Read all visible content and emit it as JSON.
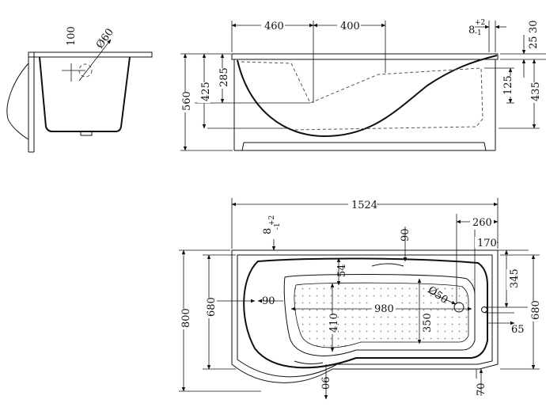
{
  "side_view": {
    "labels": {
      "drain_height": "100",
      "drain_diameter": "Ø60"
    }
  },
  "front_view": {
    "labels": {
      "w_460": "460",
      "w_400": "400",
      "tol_8": "8",
      "tol_plus": "+2",
      "tol_minus": "-1",
      "h_30": "30",
      "h_25": "25",
      "h_560": "560",
      "h_425": "425",
      "h_285": "285",
      "h_125": "125",
      "h_435": "435"
    }
  },
  "plan_view": {
    "labels": {
      "len_1524": "1524",
      "d_260": "260",
      "d_170": "170",
      "tol_8": "8",
      "tol_plus": "+2",
      "tol_minus": "-1",
      "d_90_top": "90",
      "d_54": "54",
      "d_345": "345",
      "d_800": "800",
      "d_680_left": "680",
      "d_90_left": "90",
      "d_980": "980",
      "d_50": "Ø50",
      "d_410": "410",
      "d_350": "350",
      "d_65": "65",
      "d_680_right": "680",
      "d_06": "06",
      "d_70": "70"
    }
  }
}
